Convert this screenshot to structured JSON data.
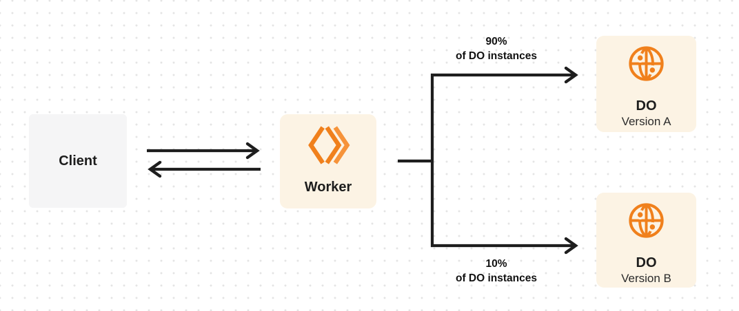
{
  "nodes": {
    "client": {
      "label": "Client"
    },
    "worker": {
      "label": "Worker",
      "icon": "workers-logo-icon"
    },
    "do_version_a": {
      "title": "DO",
      "subtitle": "Version A",
      "icon": "durable-object-globe-icon"
    },
    "do_version_b": {
      "title": "DO",
      "subtitle": "Version B",
      "icon": "durable-object-globe-icon"
    }
  },
  "edges": {
    "client_worker": {
      "type": "bidirectional-arrows"
    },
    "worker_to_do_a": {
      "percent": "90%",
      "caption": "of DO instances"
    },
    "worker_to_do_b": {
      "percent": "10%",
      "caption": "of DO instances"
    }
  },
  "colors": {
    "background": "#ffffff",
    "grid_dot": "#e4e4e4",
    "connector_line": "#1e1e1e",
    "accent_orange": "#f0801c",
    "node_cream_background": "#fcf3e4",
    "client_background": "#f5f5f6",
    "text_primary": "#1d1d1d"
  }
}
